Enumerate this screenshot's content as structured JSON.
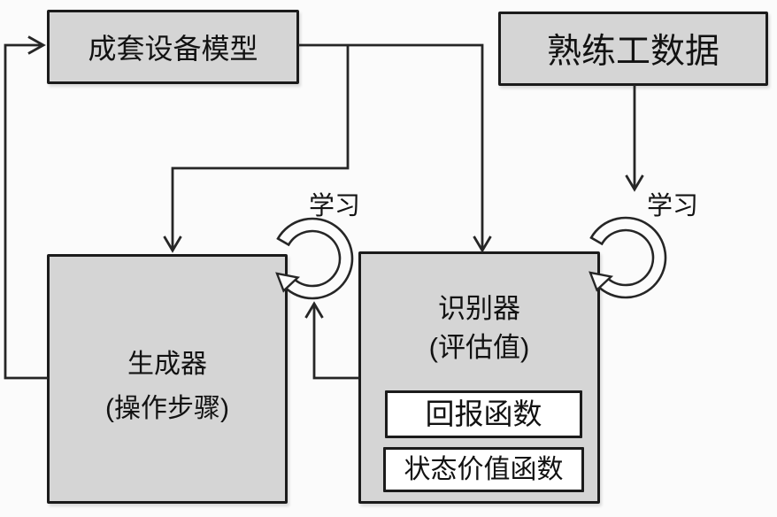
{
  "diagram": {
    "nodes": {
      "equipment_model": {
        "label": "成套设备模型"
      },
      "expert_data": {
        "label": "熟练工数据"
      },
      "generator": {
        "title": "生成器",
        "subtitle": "(操作步骤)"
      },
      "discriminator": {
        "title": "识别器",
        "subtitle": "(评估值)",
        "components": [
          {
            "label": "回报函数"
          },
          {
            "label": "状态价值函数"
          }
        ]
      }
    },
    "loop_labels": {
      "generator": "学习",
      "discriminator": "学习"
    },
    "colors": {
      "node_fill": "#d5d5d5",
      "node_border": "#1b1b1b",
      "component_fill": "#ffffff",
      "connector": "#262626",
      "background": "#fbfbfb"
    }
  }
}
